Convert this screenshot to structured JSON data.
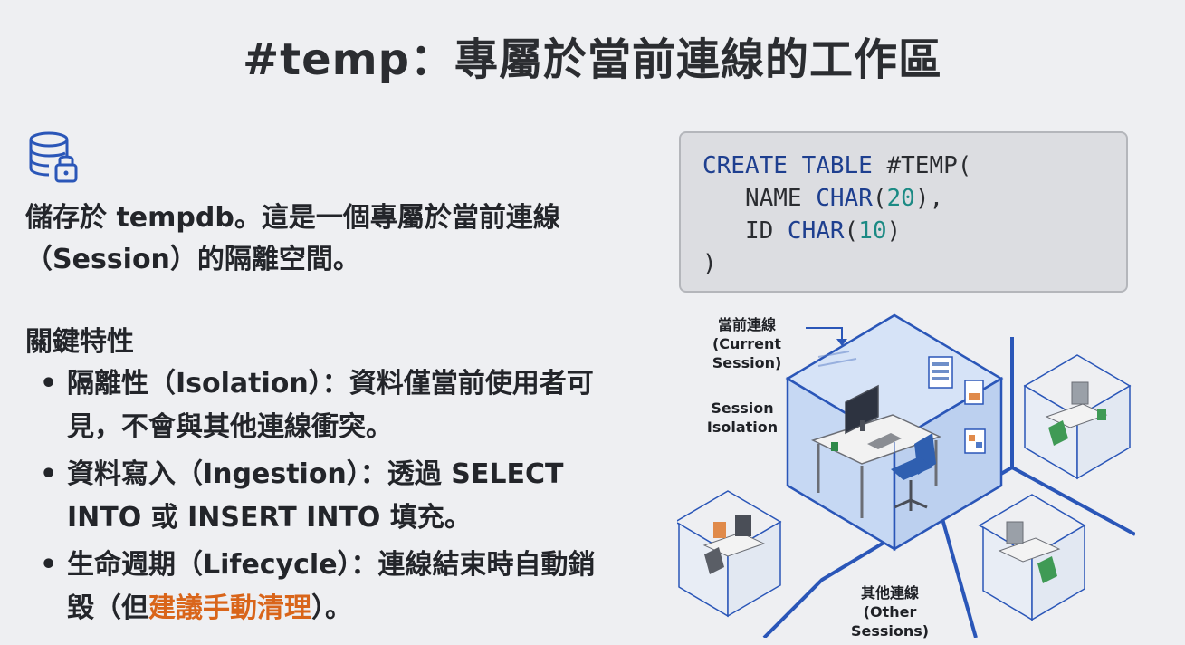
{
  "title": "#temp：專屬於當前連線的工作區",
  "icons": {
    "db": "database-lock-icon"
  },
  "description": "儲存於 tempdb。這是一個專屬於當前連線（Session）的隔離空間。",
  "features_title": "關鍵特性",
  "features": [
    {
      "text": "隔離性（Isolation）：資料僅當前使用者可見，不會與其他連線衝突。"
    },
    {
      "text": "資料寫入（Ingestion）：透過 SELECT INTO 或 INSERT INTO 填充。"
    },
    {
      "text_before": "生命週期（Lifecycle）：連線結束時自動銷毀（但",
      "highlight": "建議手動清理",
      "text_after": "）。"
    }
  ],
  "code": {
    "line1_kw": "CREATE TABLE",
    "line1_rest": " #TEMP(",
    "line2_a": "   NAME ",
    "line2_kw": "CHAR",
    "line2_p1": "(",
    "line2_num": "20",
    "line2_p2": "),",
    "line3_a": "   ID ",
    "line3_kw": "CHAR",
    "line3_p1": "(",
    "line3_num": "10",
    "line3_p2": ")",
    "line4": ")"
  },
  "illustration": {
    "current_session_zh": "當前連線",
    "current_session_en": "(Current Session)",
    "isolation_en_1": "Session",
    "isolation_en_2": "Isolation",
    "other_sessions_zh": "其他連線",
    "other_sessions_en": "(Other Sessions)"
  },
  "colors": {
    "accent_orange": "#d9651a",
    "code_keyword": "#1e3f8f",
    "code_number": "#1b8a84",
    "cube_blue": "#2a56b8"
  }
}
